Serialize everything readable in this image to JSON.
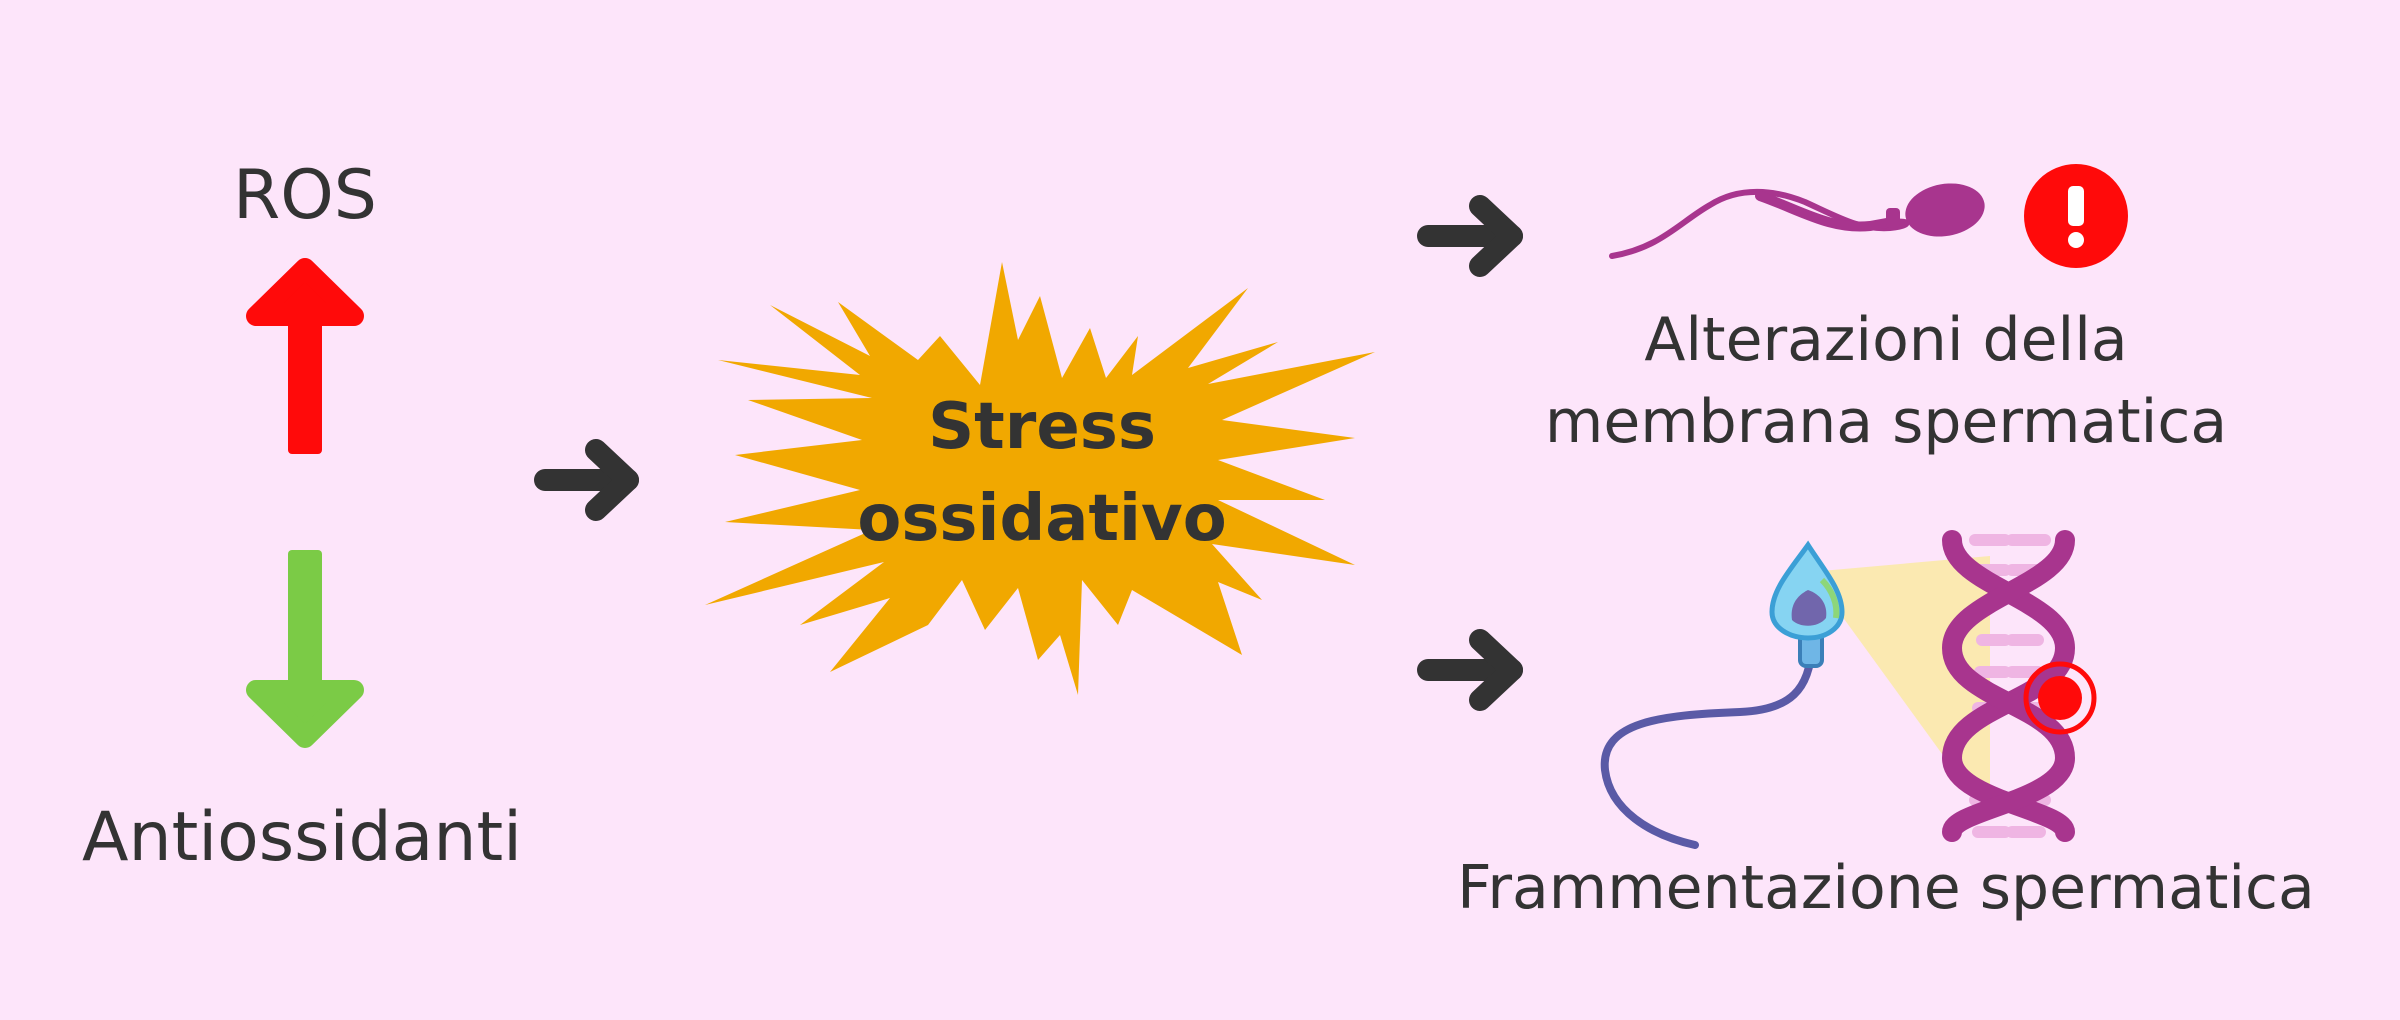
{
  "left": {
    "top_label": "ROS",
    "bottom_label": "Antiossidanti"
  },
  "center": {
    "line1": "Stress",
    "line2": "ossidativo"
  },
  "right_top": {
    "line1": "Alterazioni della",
    "line2": "membrana spermatica"
  },
  "right_bottom": {
    "label": "Frammentazione spermatica"
  },
  "icons": {
    "up": "arrow-up-icon",
    "down": "arrow-down-icon",
    "chevron": "chevron-arrow-icon",
    "starburst": "starburst-icon",
    "sperm": "sperm-icon",
    "alert": "alert-icon",
    "dna": "dna-icon"
  },
  "colors": {
    "background": "#fde5fa",
    "increase": "#ff0a0a",
    "decrease": "#7bcb46",
    "starburst": "#f1a800",
    "text": "#333333",
    "sperm": "#a8358e",
    "alert": "#ff0a0a",
    "dna": "#a8358e"
  }
}
